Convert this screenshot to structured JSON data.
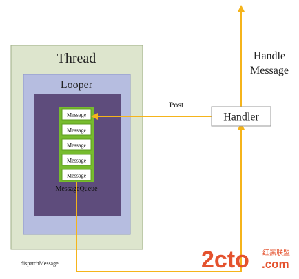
{
  "diagram": {
    "thread_label": "Thread",
    "looper_label": "Looper",
    "messages": [
      "Message",
      "Message",
      "Message",
      "Message",
      "Message"
    ],
    "queue_label": "MessageQueue",
    "handler_label": "Handler",
    "post_label": "Post",
    "handle_message_line1": "Handle",
    "handle_message_line2": "Message",
    "dispatch_label": "dispatchMessage"
  },
  "watermark": {
    "brand": "2cto",
    "suffix": ".com",
    "cn_text": "红黑联盟"
  },
  "colors": {
    "thread_fill": "#dde5cd",
    "looper_fill": "#b6bde0",
    "queue_fill": "#5e4c7c",
    "message_border": "#77bc2e",
    "arrow": "#f5b41b",
    "watermark": "#e4522e"
  }
}
